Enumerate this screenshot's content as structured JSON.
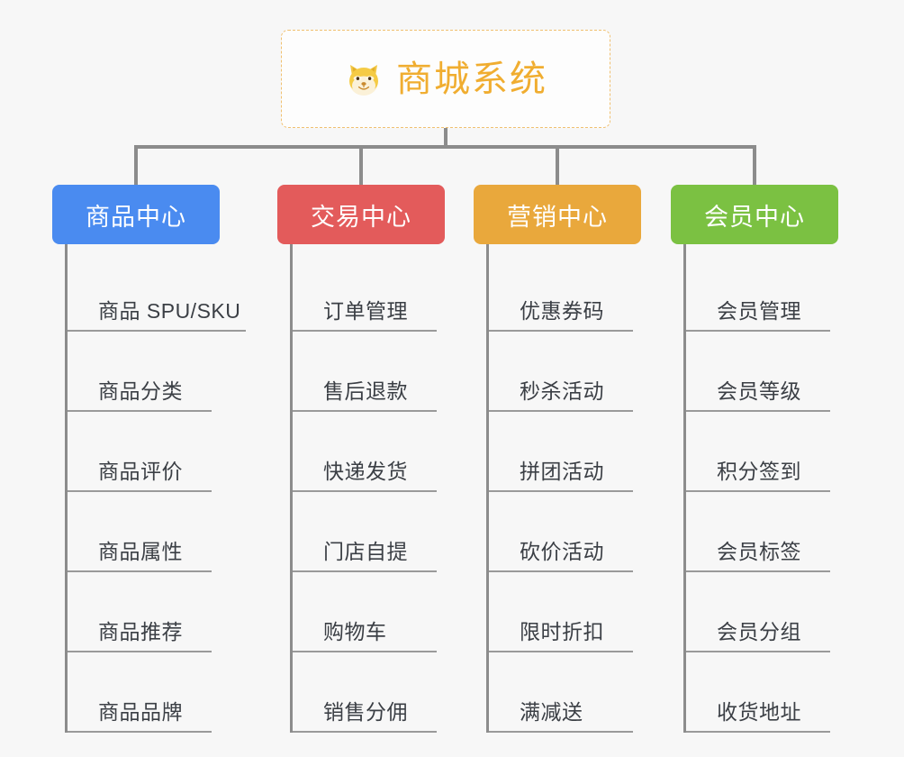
{
  "diagram": {
    "type": "mindmap",
    "background_color": "#f7f7f7",
    "connector_color": "#8c8c8c",
    "root": {
      "title": "商城系统",
      "icon": "shiba-dog-face-emoji",
      "text_color": "#f0ad30",
      "border_color": "#f0c070",
      "border_style": "dashed"
    },
    "categories": [
      {
        "label": "商品中心",
        "color": "#4a8bf0",
        "items": [
          "商品 SPU/SKU",
          "商品分类",
          "商品评价",
          "商品属性",
          "商品推荐",
          "商品品牌"
        ]
      },
      {
        "label": "交易中心",
        "color": "#e35b5b",
        "items": [
          "订单管理",
          "售后退款",
          "快递发货",
          "门店自提",
          "购物车",
          "销售分佣"
        ]
      },
      {
        "label": "营销中心",
        "color": "#e9a83c",
        "items": [
          "优惠券码",
          "秒杀活动",
          "拼团活动",
          "砍价活动",
          "限时折扣",
          "满减送"
        ]
      },
      {
        "label": "会员中心",
        "color": "#7bc142",
        "items": [
          "会员管理",
          "会员等级",
          "积分签到",
          "会员标签",
          "会员分组",
          "收货地址"
        ]
      }
    ]
  }
}
